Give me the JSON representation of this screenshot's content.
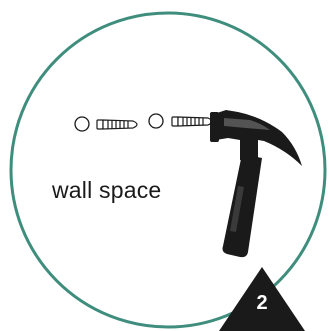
{
  "caption": "wall space",
  "step": "2",
  "colors": {
    "frame": "#3f8e7d",
    "ink": "#1a1a1a",
    "background": "#ffffff"
  },
  "icons": [
    "hammer-icon",
    "wall-plug-icon",
    "drill-hole-icon",
    "step-badge-triangle"
  ]
}
